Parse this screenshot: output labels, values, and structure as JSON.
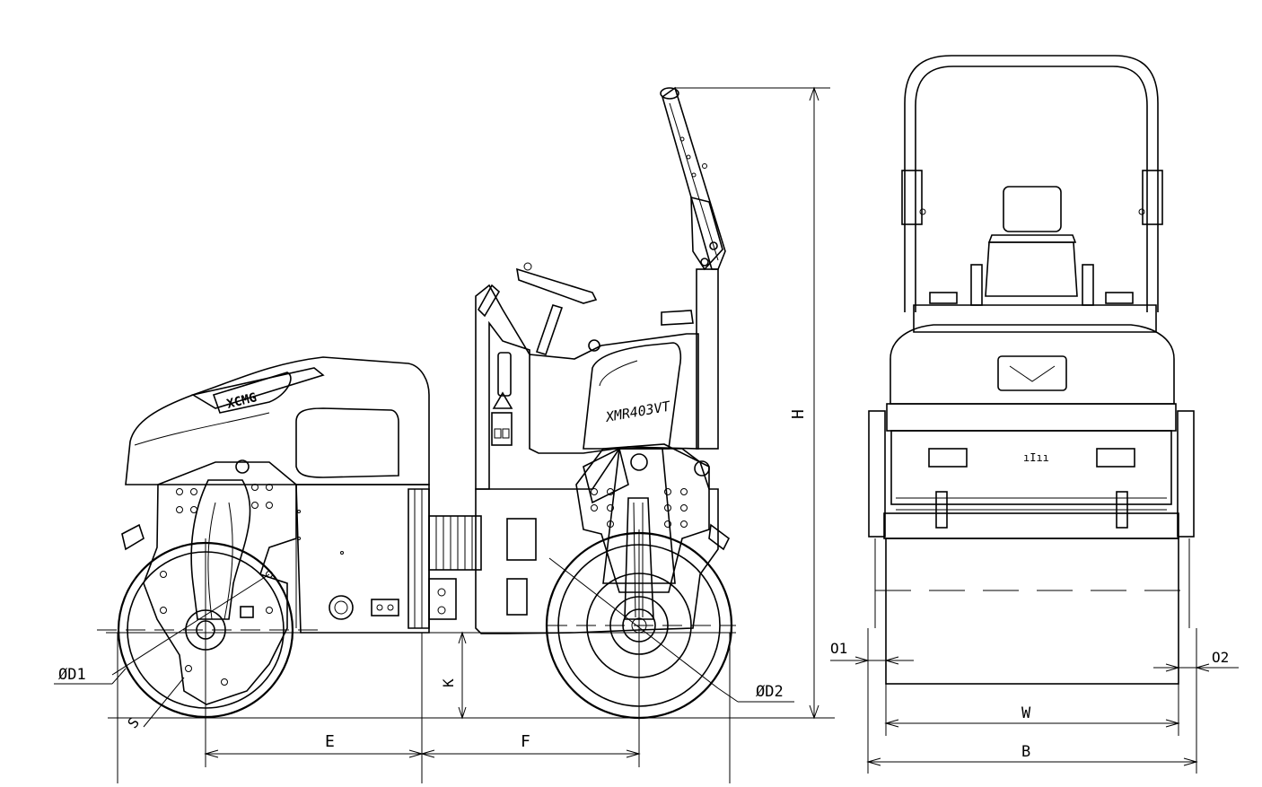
{
  "side_view": {
    "brand": "XCMG",
    "model": "XMR403VT",
    "dimensions": {
      "height": "H",
      "wheelbase_front": "E",
      "wheelbase_rear": "F",
      "ground_clearance": "K",
      "drum_diameter_front": "ØD1",
      "drum_diameter_rear": "ØD2",
      "side_clearance": "S"
    }
  },
  "front_view": {
    "dimensions": {
      "offset_left": "O1",
      "offset_right": "O2",
      "drum_width": "W",
      "overall_width": "B"
    }
  }
}
